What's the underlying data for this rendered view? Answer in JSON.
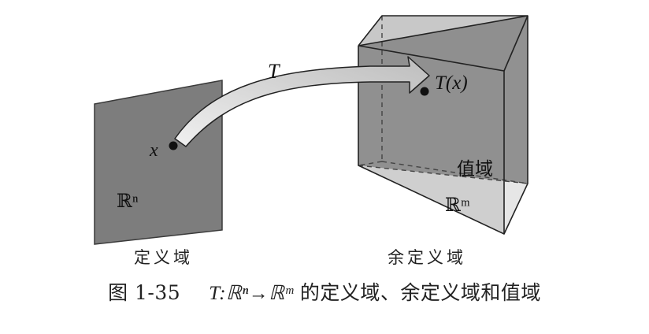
{
  "diagram": {
    "map_label": "T",
    "domain_point": "x",
    "image_point": "T(x)",
    "domain_space": "ℝⁿ",
    "codomain_space": "ℝᵐ",
    "range_label": "值域",
    "domain_caption": "定义域",
    "codomain_caption": "余定义域"
  },
  "caption": {
    "number": "图 1-35",
    "math": "T:ℝⁿ→ℝᵐ",
    "text": "的定义域、余定义域和值域"
  },
  "colors": {
    "plane": "#7d7d7d",
    "box_face": "#d4d4d4",
    "shaded_face": "#8a8a8a",
    "edge": "#222222",
    "arrow_fill": "#d9d9d9"
  }
}
